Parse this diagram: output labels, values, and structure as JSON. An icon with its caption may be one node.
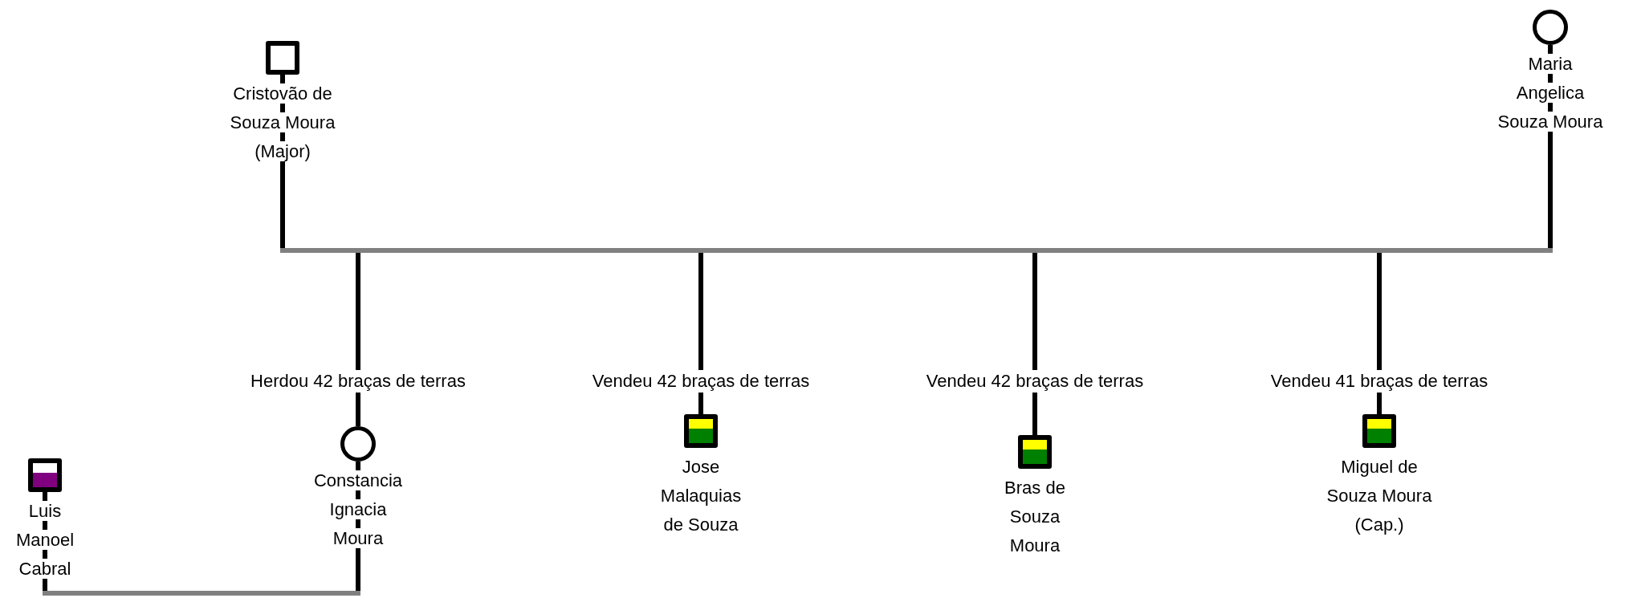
{
  "diagram": {
    "nodes": [
      {
        "text": [],
        "shape": "box",
        "beside": [
          "Cristovão de Souza Moura (Major)"
        ]
      },
      {
        "text": [],
        "shape": "circle",
        "beside": [
          "Maria Angelica Souza Moura"
        ]
      },
      {
        "text": [],
        "shape": "bar"
      },
      {
        "text": [],
        "shape": "circle",
        "beside": [
          "Constancia Ignacia Moura"
        ]
      },
      {
        "text": [],
        "shape": "box",
        "beside": [
          "Jose Malaquias de Souza"
        ]
      },
      {
        "text": [],
        "shape": "box",
        "beside": [
          "Bras de Souza Moura"
        ]
      },
      {
        "text": [],
        "shape": "box",
        "beside": [
          "Miguel de Souza Moura (Cap.)"
        ]
      },
      {
        "text": [],
        "shape": "box",
        "beside": [
          "Luis Manoel Cabral"
        ]
      },
      {
        "text": [],
        "shape": "bar"
      }
    ],
    "edges": [
      {
        "from": 0,
        "to": 2,
        "arrow": "none"
      },
      {
        "from": 1,
        "to": 2,
        "arrow": "none"
      },
      {
        "from": 2,
        "to": 3,
        "arrow": "none",
        "label": "Herdou 42 braças de terras"
      },
      {
        "from": 2,
        "to": 4,
        "arrow": "none",
        "label": "Vendeu 42 braças de terras"
      },
      {
        "from": 2,
        "to": 5,
        "arrow": "none",
        "label": "Vendeu 42 braças de terras"
      },
      {
        "from": 2,
        "to": 6,
        "arrow": "none",
        "label": "Vendeu 41 braças de terras"
      },
      {
        "from": 7,
        "to": 8,
        "arrow": "none"
      },
      {
        "from": 3,
        "to": 8,
        "arrow": "none"
      }
    ]
  }
}
